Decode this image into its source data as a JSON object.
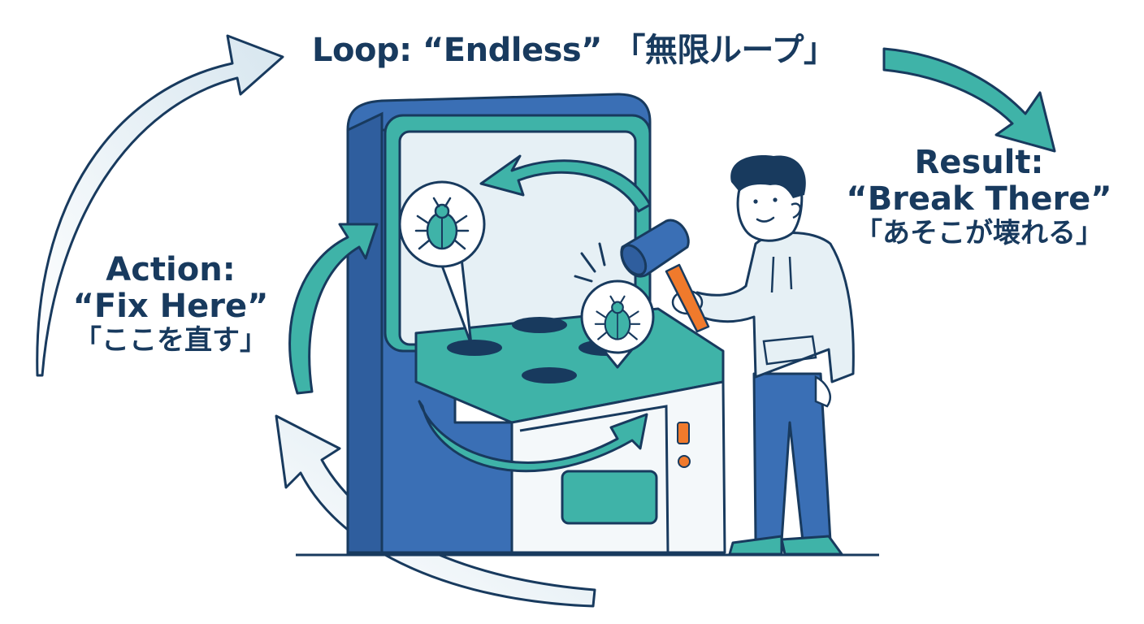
{
  "loop": {
    "label": "Loop: “Endless” 「無限ループ」"
  },
  "action": {
    "heading": "Action:",
    "quote": "“Fix Here”",
    "jp": "「ここを直す」"
  },
  "result": {
    "heading": "Result:",
    "quote": "“Break There”",
    "jp": "「あそこが壊れる」"
  },
  "colors": {
    "navy": "#183a5e",
    "blue": "#3a6fb5",
    "teal": "#3fb3a8",
    "light": "#e6f0f5",
    "orange": "#f07a2c"
  },
  "icons": [
    "bug-icon",
    "hammer-icon",
    "loop-arrow-icon"
  ]
}
